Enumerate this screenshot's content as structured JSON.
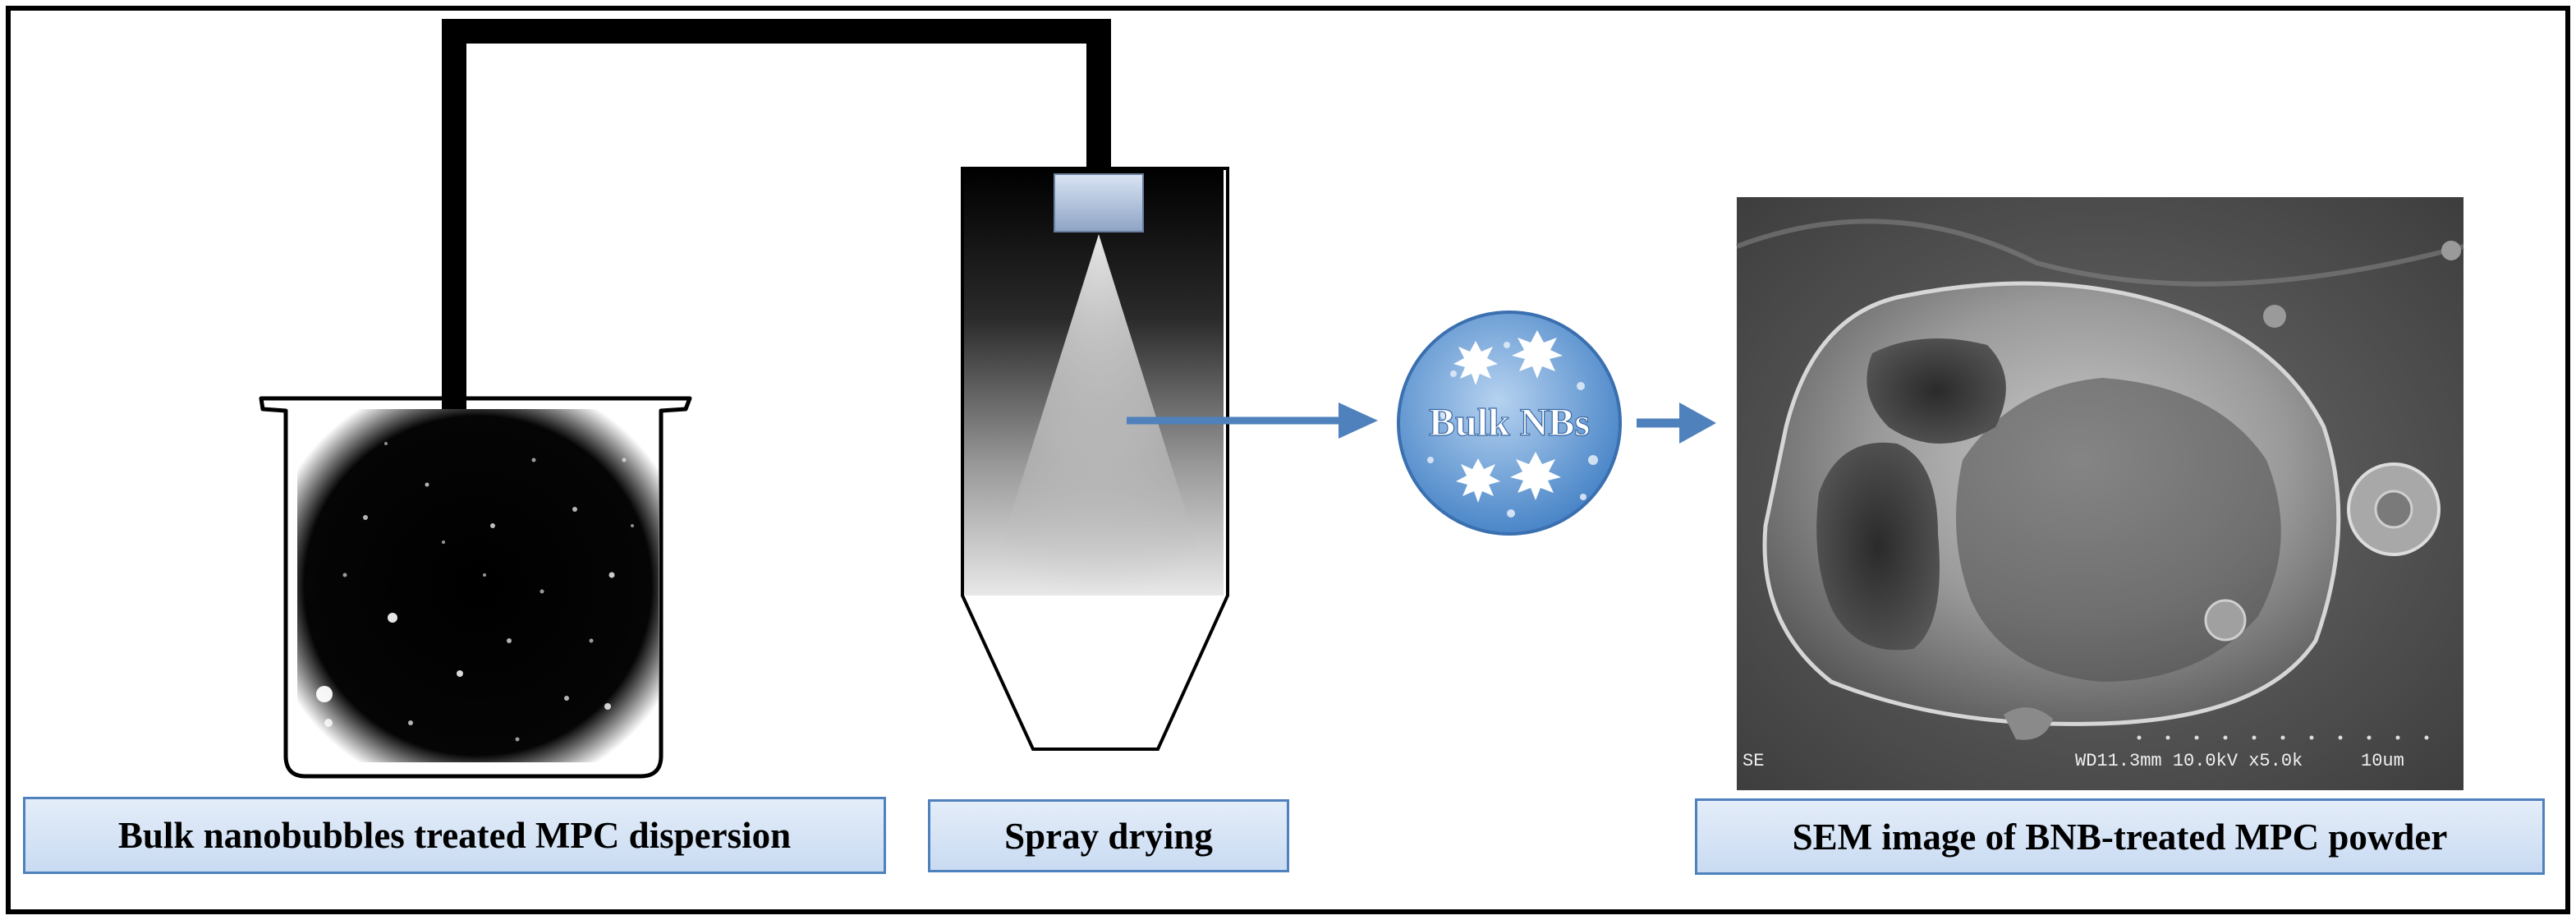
{
  "labels": {
    "dispersion": "Bulk nanobubbles treated MPC dispersion",
    "spray": "Spray drying",
    "sem": "SEM image of BNB-treated MPC powder"
  },
  "bubble": {
    "text": "Bulk NBs"
  },
  "sem": {
    "mode": "SE",
    "info": "WD11.3mm 10.0kV x5.0k",
    "scale": "10um"
  },
  "colors": {
    "frame": "#000000",
    "arrow": "#4f81bd",
    "label_fill": "#d3e2f5",
    "label_border": "#4f81bd",
    "bubble_fill": "#5b9bd5",
    "sem_background": "#5e5e5e"
  }
}
